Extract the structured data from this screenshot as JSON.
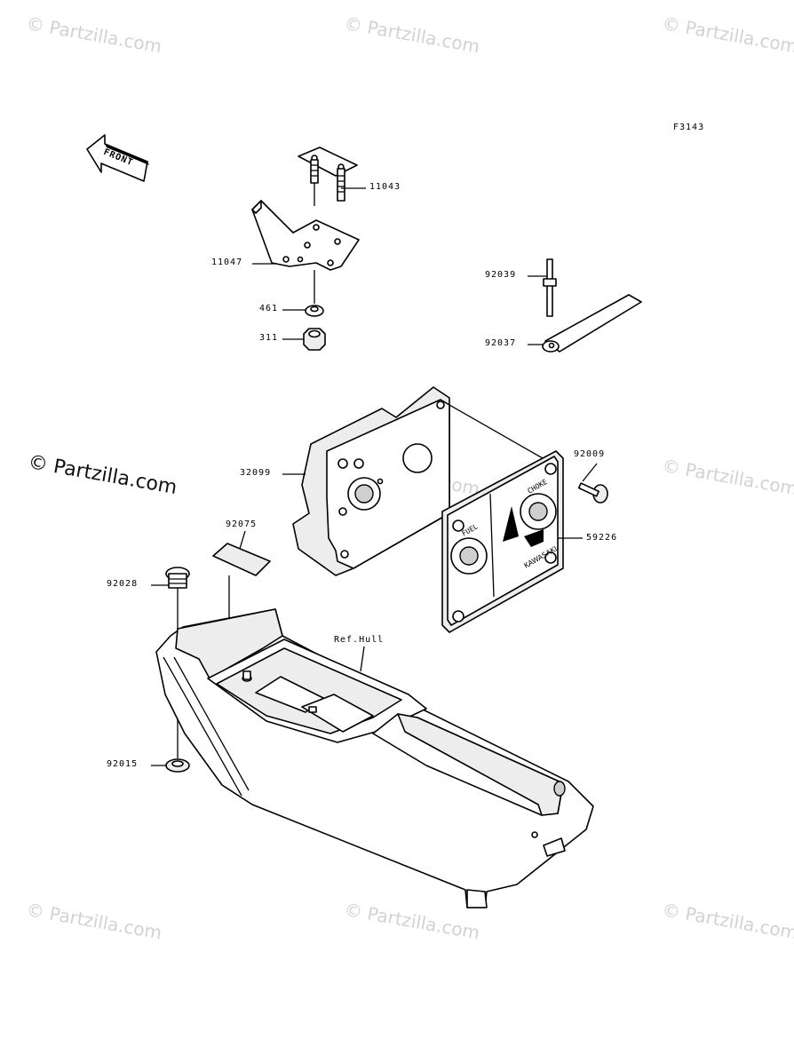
{
  "diagram": {
    "code": "F3143",
    "front_label": "FRONT",
    "ref_label": "Ref.Hull",
    "panel_text": {
      "fuel": "FUEL",
      "choke": "CHOKE",
      "brand": "KAWASAKI"
    },
    "parts": [
      {
        "number": "11043"
      },
      {
        "number": "11047"
      },
      {
        "number": "461"
      },
      {
        "number": "311"
      },
      {
        "number": "92039"
      },
      {
        "number": "92037"
      },
      {
        "number": "32099"
      },
      {
        "number": "92009"
      },
      {
        "number": "92075"
      },
      {
        "number": "59226"
      },
      {
        "number": "92028"
      },
      {
        "number": "92015"
      }
    ]
  },
  "watermark": {
    "text": "© Partzilla.com",
    "main_text": "© Partzilla.com"
  }
}
